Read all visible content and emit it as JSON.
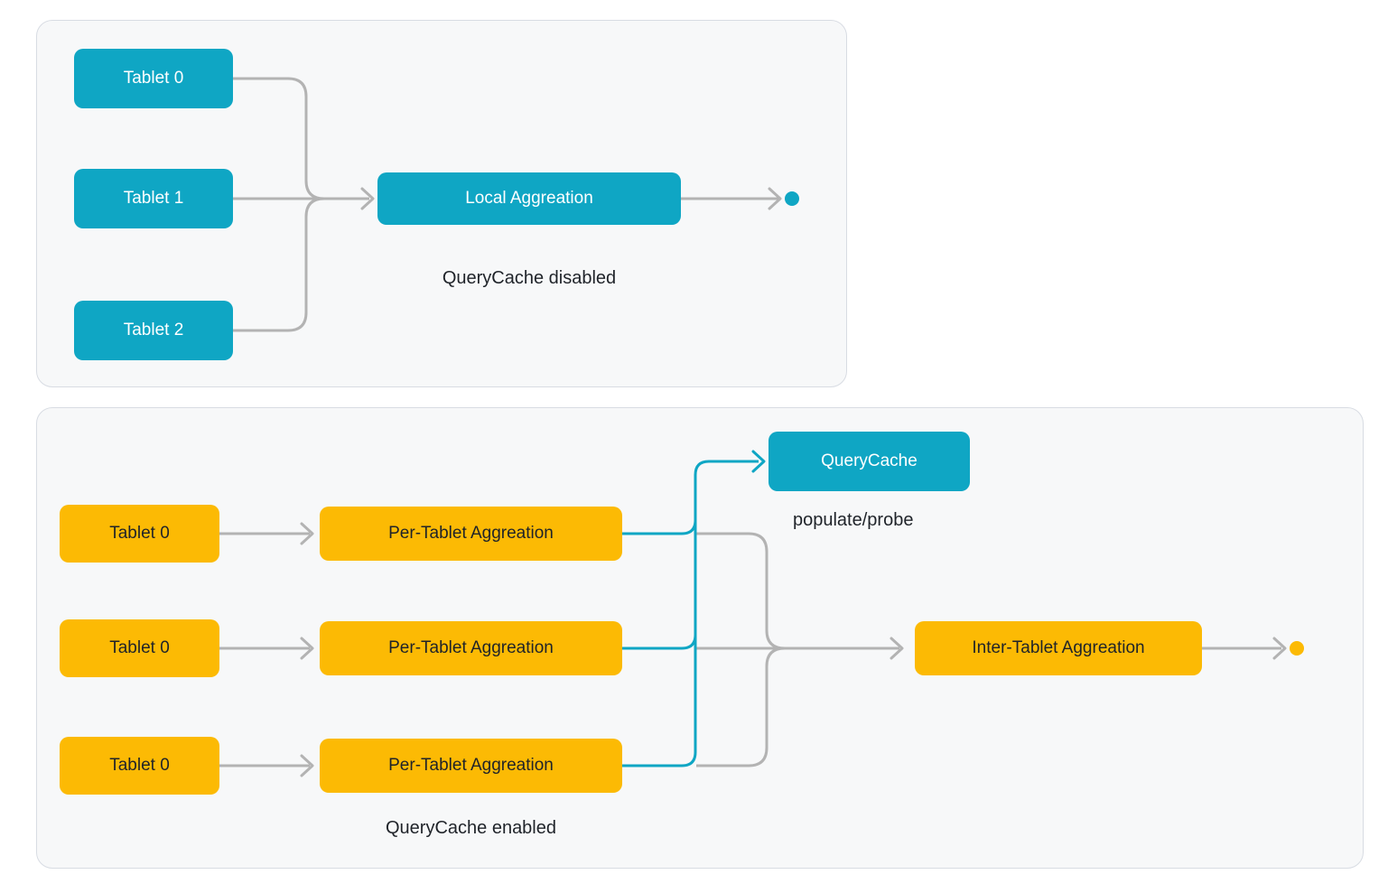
{
  "colors": {
    "teal": "#0fa6c4",
    "yellow": "#fcba04",
    "gray_line": "#b3b3b3",
    "panel_bg": "#f7f8f9",
    "panel_border": "#d8dce3",
    "dark_text": "#1f2329"
  },
  "top_panel": {
    "caption": "QueryCache disabled",
    "tablets": [
      "Tablet 0",
      "Tablet 1",
      "Tablet 2"
    ],
    "aggregator_label": "Local Aggreation"
  },
  "bottom_panel": {
    "caption": "QueryCache enabled",
    "tablets": [
      "Tablet 0",
      "Tablet 0",
      "Tablet 0"
    ],
    "per_tablet_labels": [
      "Per-Tablet Aggreation",
      "Per-Tablet Aggreation",
      "Per-Tablet Aggreation"
    ],
    "cache_label": "QueryCache",
    "cache_edge_label": "populate/probe",
    "inter_tablet_label": "Inter-Tablet Aggreation"
  }
}
